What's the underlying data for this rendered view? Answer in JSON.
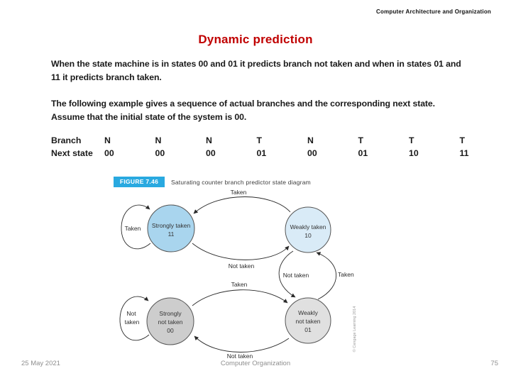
{
  "header": {
    "course": "Computer Architecture and Organization"
  },
  "slide": {
    "title": "Dynamic prediction",
    "paragraph1": "When the state machine is in states 00 and 01 it predicts branch not taken and when in states 01 and 11 it predicts branch taken.",
    "paragraph2": "The following example gives a sequence of actual branches and the corresponding next state. Assume that the initial state of the system is 00."
  },
  "sequence_table": {
    "row1_label": "Branch",
    "row2_label": "Next state",
    "branches": [
      "N",
      "N",
      "N",
      "T",
      "N",
      "T",
      "T",
      "T"
    ],
    "next_states": [
      "00",
      "00",
      "00",
      "01",
      "00",
      "01",
      "10",
      "11"
    ]
  },
  "figure": {
    "badge": "FIGURE 7.46",
    "caption": "Saturating counter branch predictor state diagram",
    "credit": "© Cengage Learning 2014",
    "colors": {
      "badge_bg": "#29a9e0",
      "state_11_fill": "#a9d5ee",
      "state_10_fill": "#d9ebf7",
      "state_00_fill": "#cdcdcd",
      "state_01_fill": "#e0e0e0"
    },
    "states": {
      "s11": {
        "line1": "Strongly taken",
        "line2": "11"
      },
      "s10": {
        "line1": "Weakly taken",
        "line2": "10"
      },
      "s00": {
        "line1": "Strongly",
        "line2": "not taken",
        "line3": "00"
      },
      "s01": {
        "line1": "Weakly",
        "line2": "not taken",
        "line3": "01"
      }
    },
    "transitions": {
      "self_11": "Taken",
      "from_10_to_11": "Taken",
      "from_11_to_10": "Not taken",
      "from_10_to_01": "Not taken",
      "from_01_to_10": "Taken",
      "from_00_to_01": "Taken",
      "from_01_to_00": "Not taken",
      "self_00_line1": "Not",
      "self_00_line2": "taken"
    }
  },
  "footer": {
    "date": "25 May 2021",
    "center": "Computer Organization",
    "page": "75"
  }
}
